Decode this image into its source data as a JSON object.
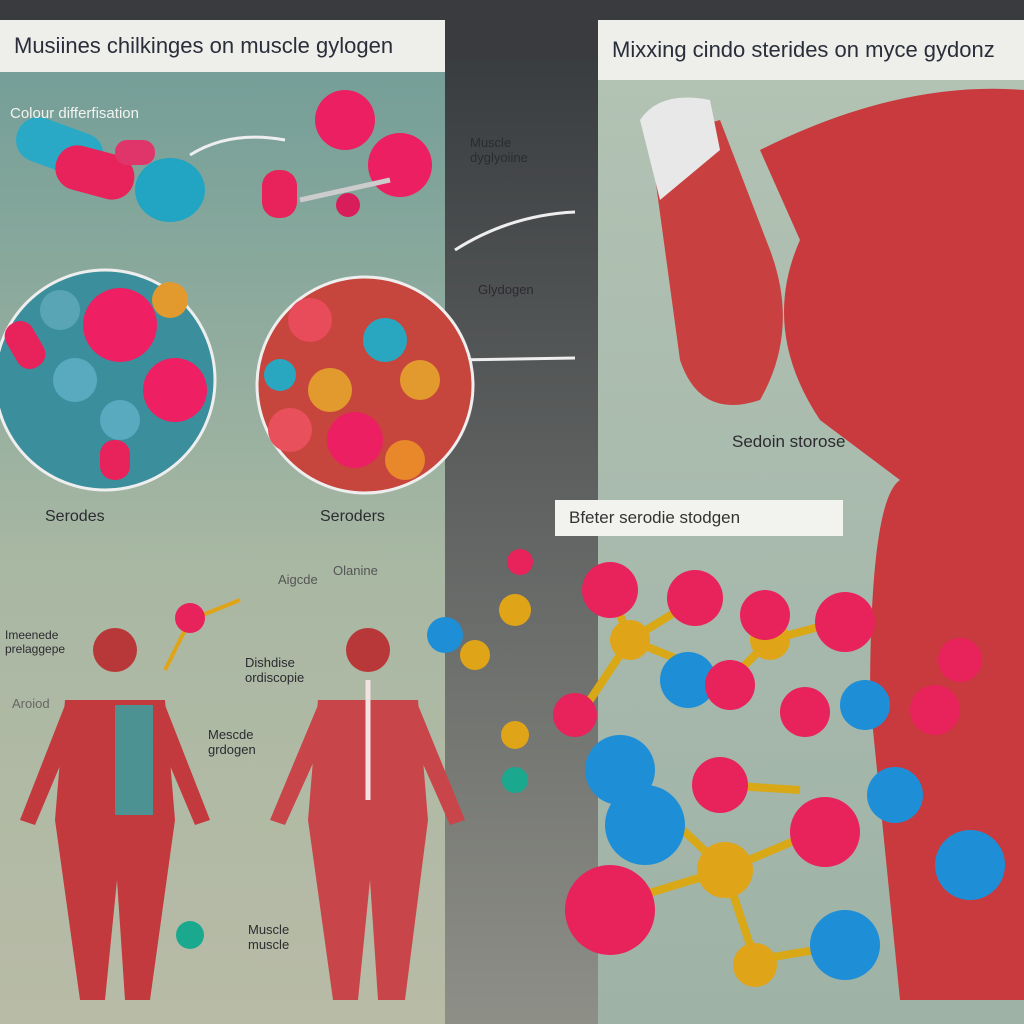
{
  "left_panel": {
    "title": "Musiines chilkinges on muscle gylogen",
    "labels": {
      "colour": "Colour differfisation",
      "muscle_dy": "Muscle dyglyoiine",
      "glydogen": "Glydogen",
      "serodes": "Serodes",
      "seroders": "Seroders",
      "imeenede": "Imeenede prelaggepe",
      "aroiod": "Aroiod",
      "aigcde": "Aigcde",
      "olanine": "Olanine",
      "dishdise": "Dishdise ordiscopie",
      "mescde": "Mescde grdogen",
      "muscle_muscle": "Muscle muscle"
    }
  },
  "right_panel": {
    "title": "Mixxing cindo sterides on myce gydonz",
    "storage_label": "Sedoin storose",
    "molecule_box": "Bfeter serodie stodgen"
  },
  "colors": {
    "pink": "#e8225a",
    "blue": "#1e8fd6",
    "gold": "#e0a419",
    "teal": "#2bb3b8",
    "muscle": "#c8343a"
  }
}
